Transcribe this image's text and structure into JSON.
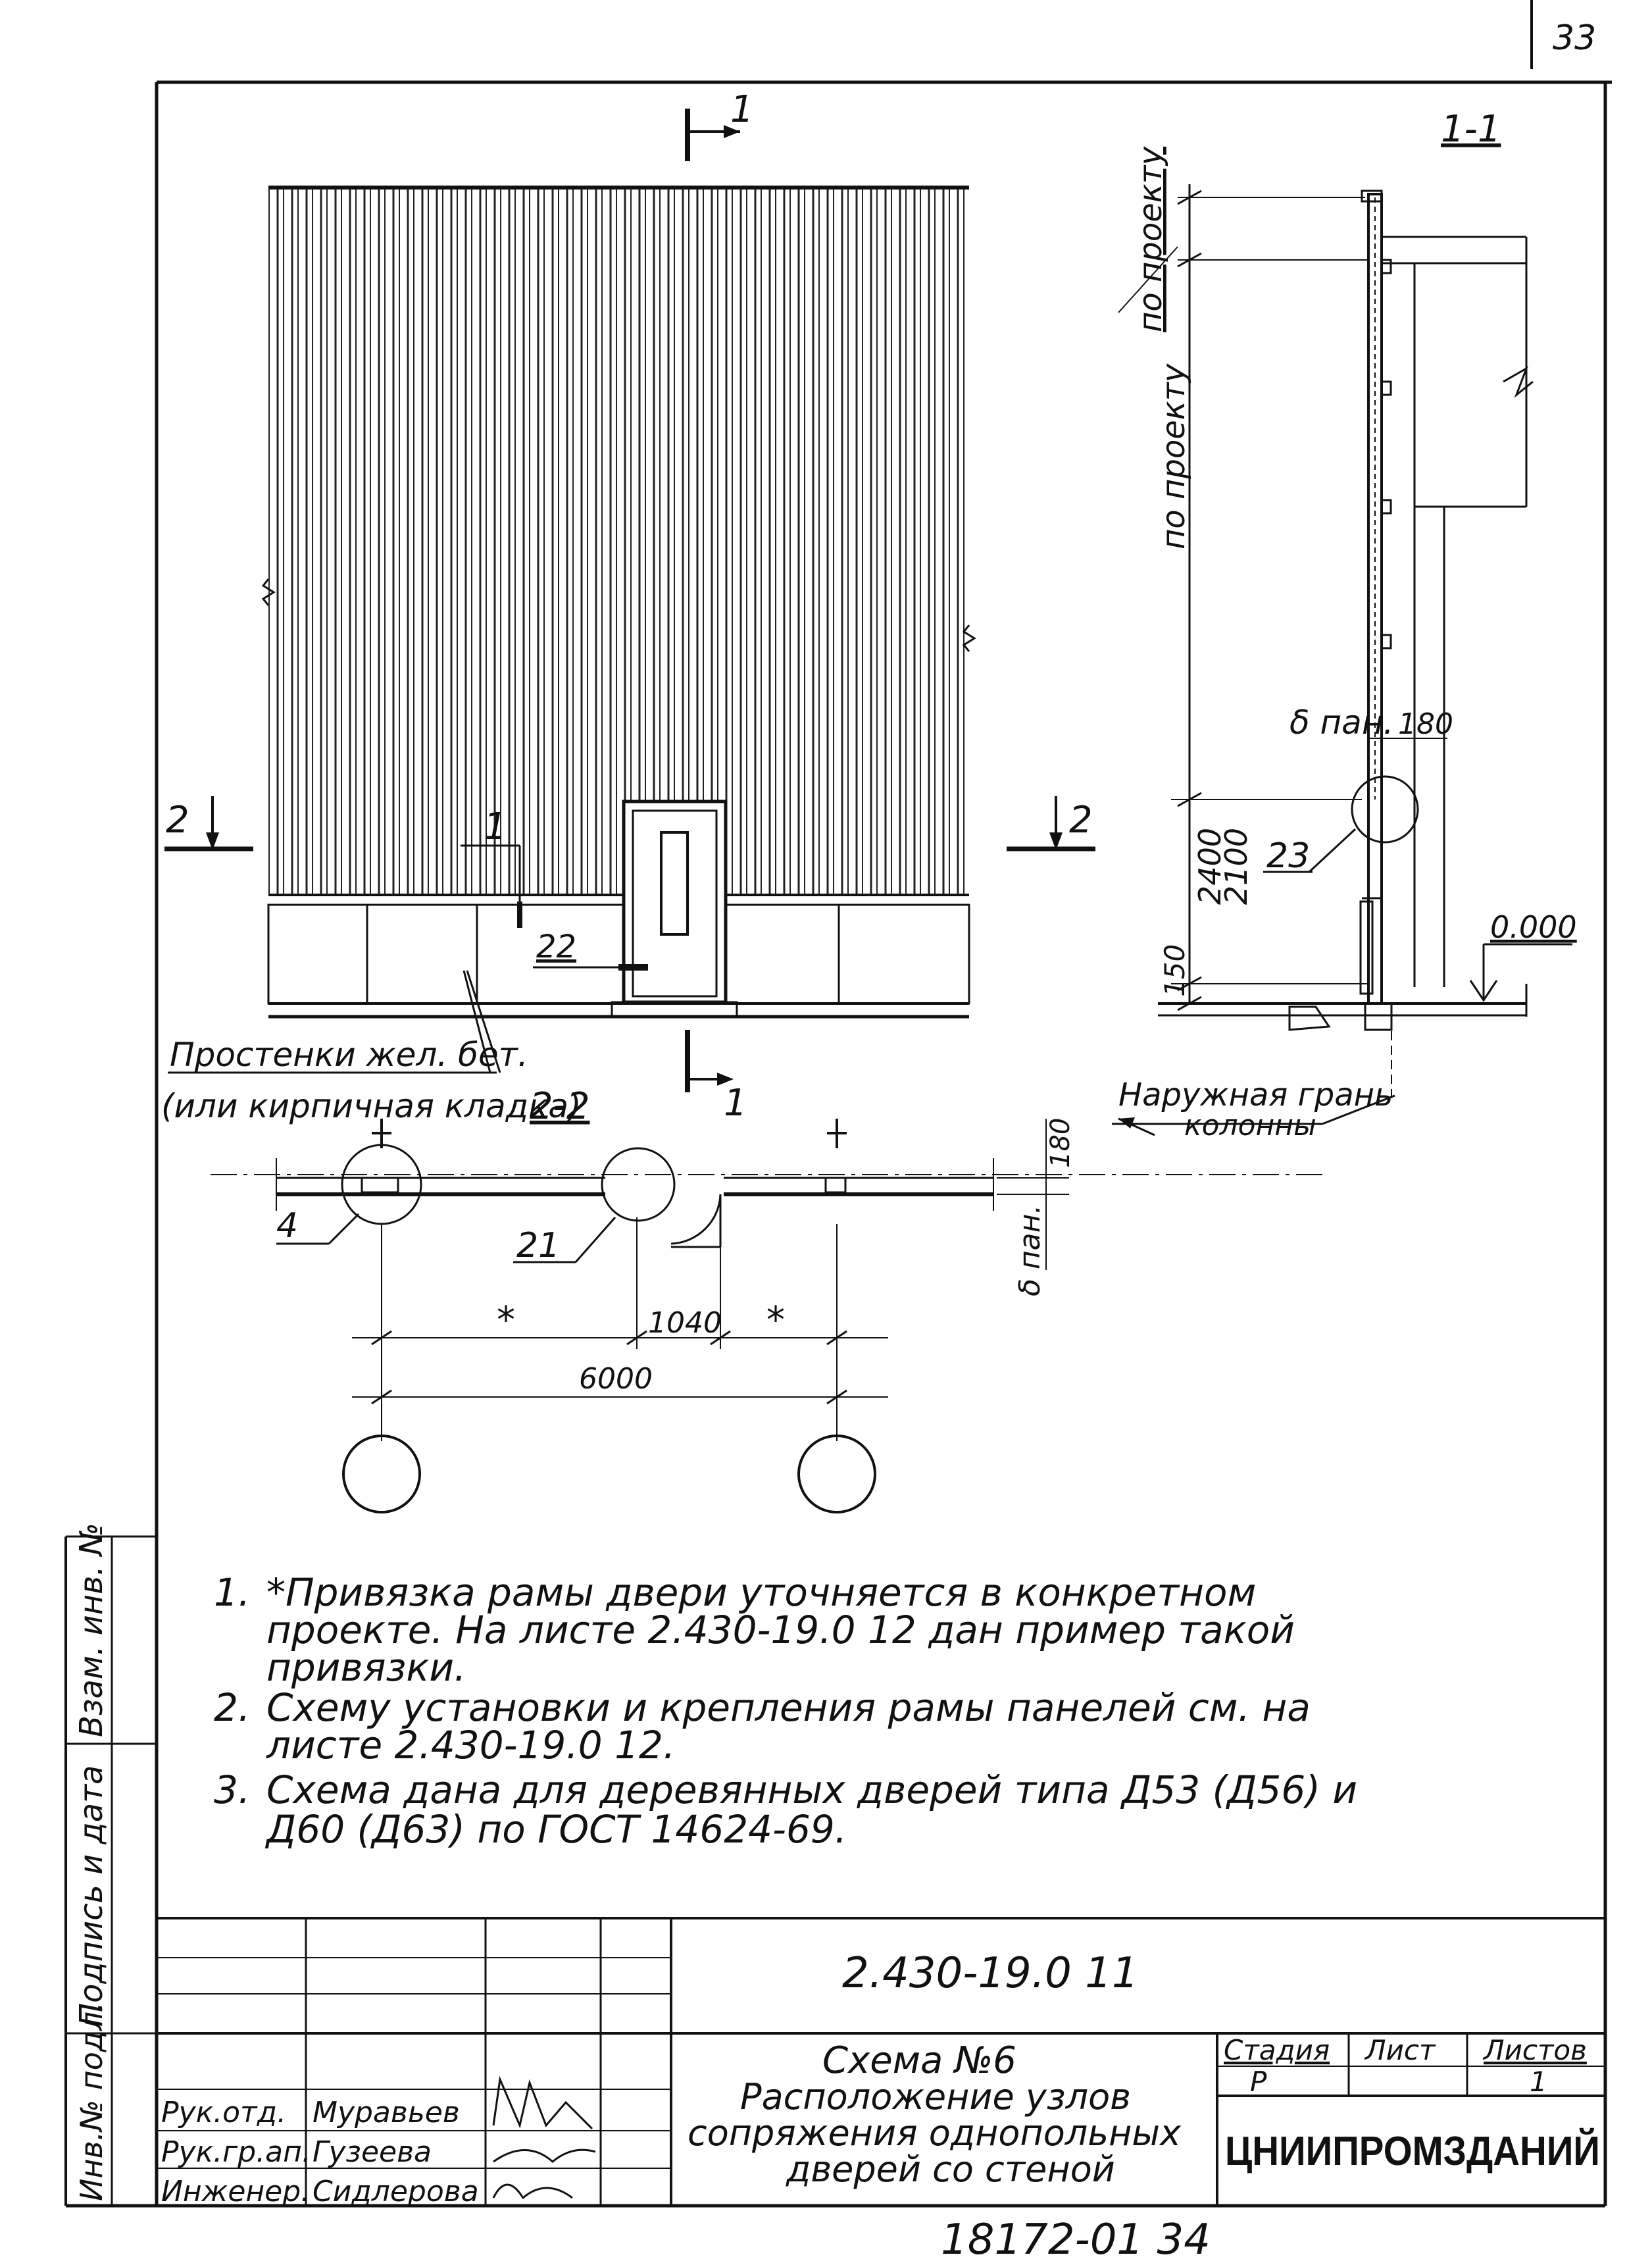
{
  "page_number": "33",
  "elevation": {
    "section_mark_top": "1",
    "section_mark_bottom": "1",
    "section_mark_left": "2",
    "section_mark_right": "2",
    "callout_1": "1",
    "callout_22": "22",
    "pier_note_line1": "Простенки жел. бет.",
    "pier_note_line2": "(или кирпичная кладка)"
  },
  "section_1_1": {
    "title": "1-1",
    "dim_top": "по проекту",
    "dim_middle": "по проекту",
    "delta_label": "δ пан.",
    "dim_180": "180",
    "dim_2400": "2400",
    "dim_2100": "2100",
    "dim_150": "150",
    "node_23": "23",
    "level": "0.000",
    "outer_face_line1": "Наружная грань",
    "outer_face_line2": "колонны"
  },
  "section_2_2": {
    "title": "2-2",
    "dim_180": "180",
    "delta_label": "δ пан.",
    "node_4": "4",
    "node_21": "21",
    "dim_star_left": "*",
    "dim_1040": "1040",
    "dim_star_right": "*",
    "dim_6000": "6000"
  },
  "notes": [
    {
      "num": "1.",
      "lines": [
        "*Привязка рамы двери уточняется в конкретном",
        "проекте. На листе 2.430-19.0 12 дан пример такой",
        "привязки."
      ]
    },
    {
      "num": "2.",
      "lines": [
        "Схему установки и крепления рамы панелей см. на",
        "листе 2.430-19.0 12."
      ]
    },
    {
      "num": "3.",
      "lines": [
        "Схема дана для деревянных дверей типа Д53 (Д56) и",
        "Д60 (Д63) по ГОСТ 14624-69."
      ]
    }
  ],
  "left_strip": {
    "inv_orig": "Инв.№ подл.",
    "sign_date": "Подпись и дата",
    "inv_replace": "Взам. инв. №"
  },
  "title_block": {
    "doc_code": "2.430-19.0 11",
    "roles": [
      "Рук.отд.",
      "Рук.гр.ап.",
      "Инженер."
    ],
    "names": [
      "Муравьев",
      "Гузеева",
      "Сидлерова"
    ],
    "title_line1": "Схема №6",
    "title_line2": "Расположение узлов",
    "title_line3": "сопряжения однопольных",
    "title_line4": "дверей со стеной",
    "stage_header": "Стадия",
    "sheet_header": "Лист",
    "sheets_header": "Листов",
    "stage_value": "Р",
    "sheets_value": "1",
    "organization": "ЦНИИПРОМЗДАНИЙ"
  },
  "archive_number": "18172-01 34"
}
